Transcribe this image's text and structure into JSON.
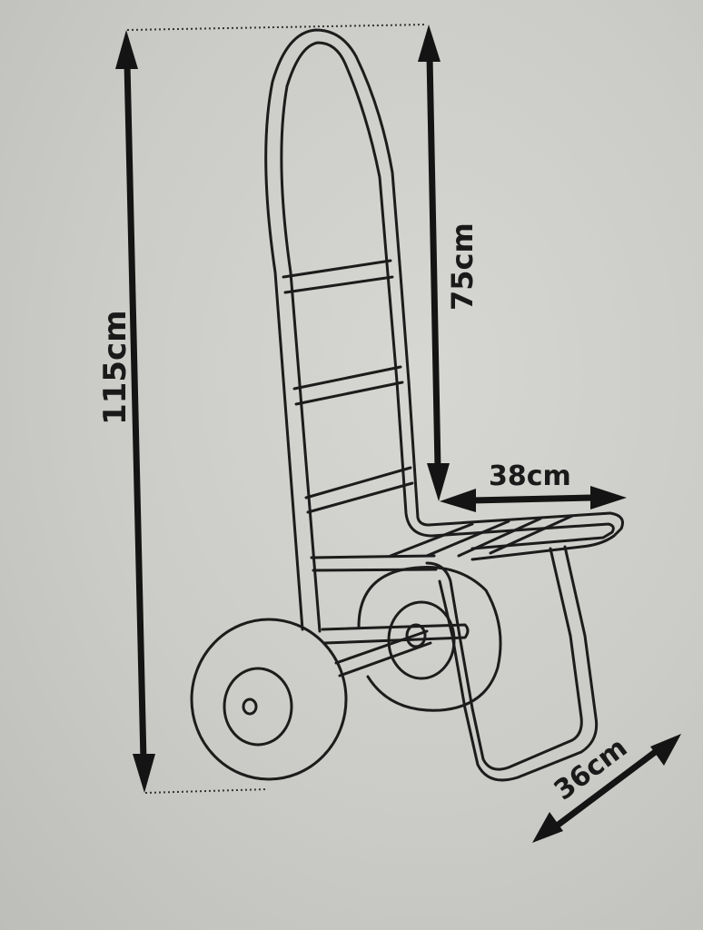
{
  "dimensions": {
    "total_height": "115cm",
    "back_height": "75cm",
    "platform_width": "38cm",
    "platform_depth": "36cm"
  },
  "colors": {
    "background": "#cbcbc7",
    "ink": "#1c1c1c"
  }
}
